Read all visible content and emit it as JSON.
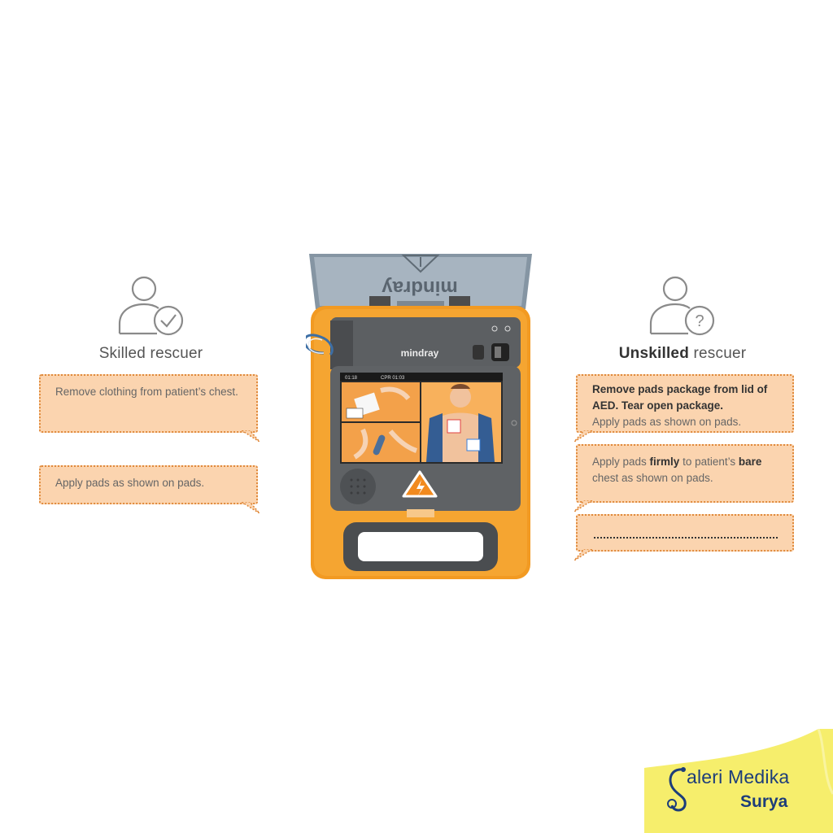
{
  "skilled": {
    "title": "Skilled rescuer",
    "icon": "person-check-icon",
    "steps": [
      "Remove clothing from patient’s chest.",
      "Apply pads as shown on pads."
    ]
  },
  "unskilled": {
    "title_bold": "Unskilled",
    "title_rest": " rescuer",
    "icon": "person-question-icon",
    "step1": {
      "bold_line": "Remove pads package from lid of AED. Tear open package.",
      "text": "Apply pads as shown on pads."
    },
    "step2": {
      "part1": "Apply pads ",
      "bold1": "firmly",
      "part2": " to patient’s ",
      "bold2": "bare",
      "part3": " chest as shown on pads."
    }
  },
  "device": {
    "brand": "mindray",
    "lid_brand": "mindray",
    "screen_status_left": "01:18",
    "screen_status_mid": "CPR 01:03"
  },
  "logo": {
    "text": "aleri Medika",
    "sub": "Surya"
  },
  "colors": {
    "bubble_fill": "#fbd4af",
    "bubble_border": "#e08a3c",
    "device_orange": "#f29a22",
    "logo_yellow": "#f6ee6c",
    "logo_blue": "#1d3d7a"
  }
}
